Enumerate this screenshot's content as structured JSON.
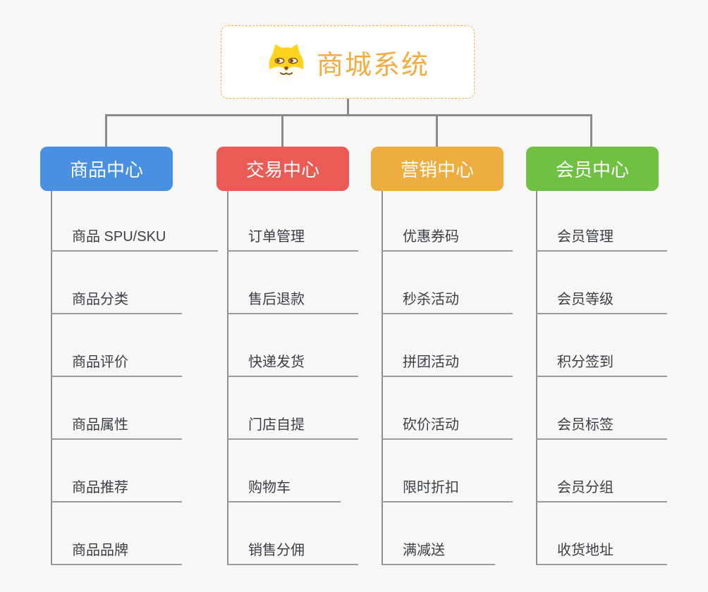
{
  "root": {
    "title": "商城系统",
    "icon": "shiba-dog-icon",
    "border_color": "#f3b04a",
    "title_color": "#f2ac41"
  },
  "connector_color": "#8b8b8b",
  "background_color": "#f7f7f7",
  "branches": [
    {
      "label": "商品中心",
      "color": "#4a90e2",
      "children": [
        "商品 SPU/SKU",
        "商品分类",
        "商品评价",
        "商品属性",
        "商品推荐",
        "商品品牌"
      ]
    },
    {
      "label": "交易中心",
      "color": "#ea5b55",
      "children": [
        "订单管理",
        "售后退款",
        "快递发货",
        "门店自提",
        "购物车",
        "销售分佣"
      ]
    },
    {
      "label": "营销中心",
      "color": "#eead40",
      "children": [
        "优惠券码",
        "秒杀活动",
        "拼团活动",
        "砍价活动",
        "限时折扣",
        "满减送"
      ]
    },
    {
      "label": "会员中心",
      "color": "#70c044",
      "children": [
        "会员管理",
        "会员等级",
        "积分签到",
        "会员标签",
        "会员分组",
        "收货地址"
      ]
    }
  ]
}
